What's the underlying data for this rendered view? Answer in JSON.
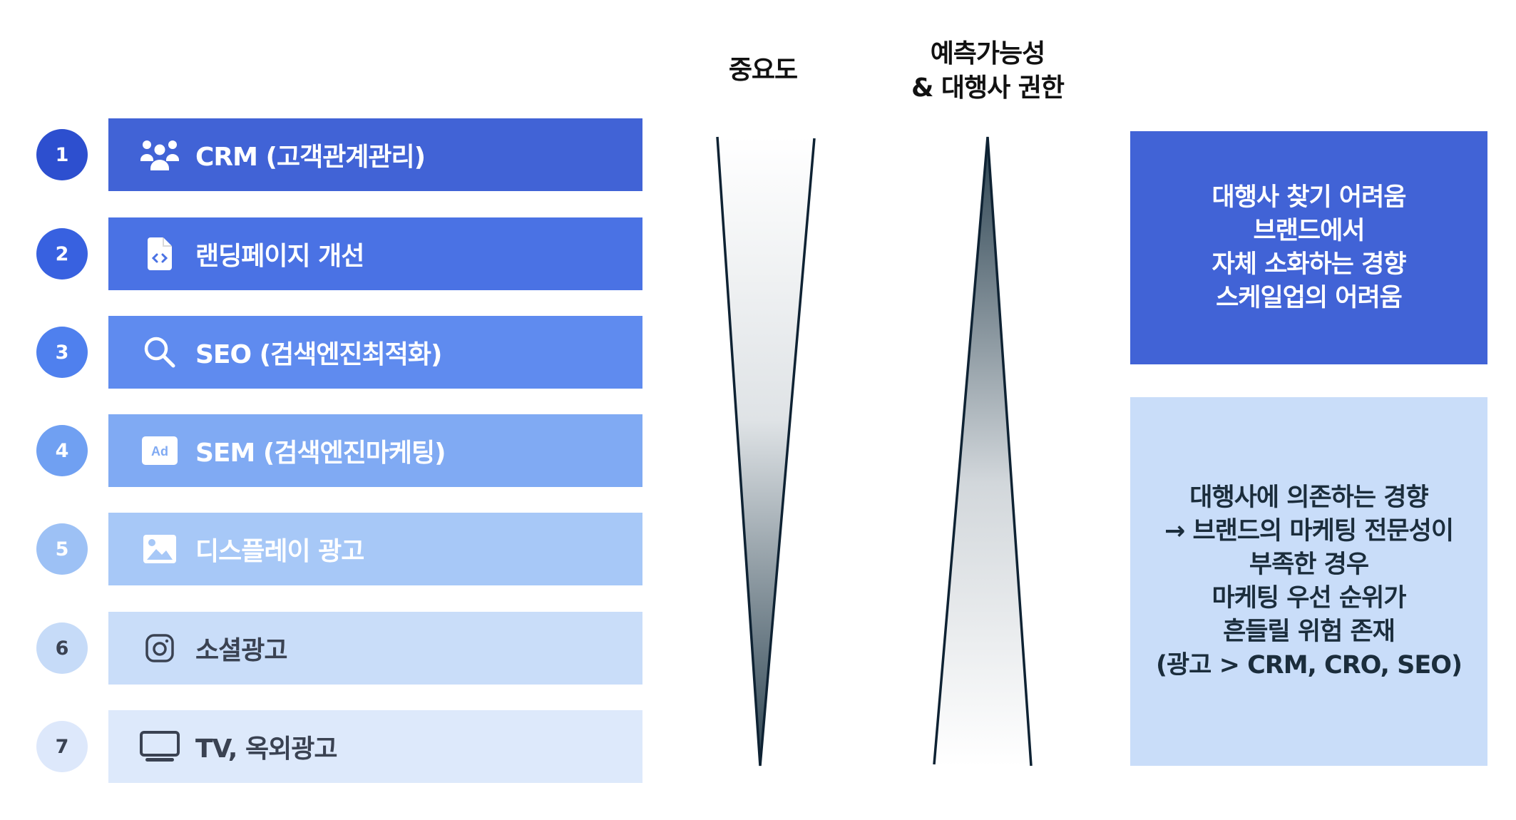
{
  "headers": {
    "importance": "중요도",
    "predictability_line1": "예측가능성",
    "predictability_line2": "& 대행사 권한"
  },
  "rows": [
    {
      "number": "1",
      "label": "CRM (고객관계관리)",
      "icon": "users-icon",
      "bar_color": "#4163d6",
      "circle_color": "#2d4fcf",
      "text_color": "#ffffff"
    },
    {
      "number": "2",
      "label": "랜딩페이지 개선",
      "icon": "file-code-icon",
      "bar_color": "#4a72e4",
      "circle_color": "#3861e0",
      "text_color": "#ffffff"
    },
    {
      "number": "3",
      "label": "SEO (검색엔진최적화)",
      "icon": "search-icon",
      "bar_color": "#5f8bef",
      "circle_color": "#4f80ee",
      "text_color": "#ffffff"
    },
    {
      "number": "4",
      "label": "SEM (검색엔진마케팅)",
      "icon": "ad-icon",
      "bar_color": "#80aaf3",
      "circle_color": "#70a0f2",
      "text_color": "#ffffff"
    },
    {
      "number": "5",
      "label": "디스플레이 광고",
      "icon": "image-icon",
      "bar_color": "#a7c8f7",
      "circle_color": "#9dc1f5",
      "text_color": "#ffffff"
    },
    {
      "number": "6",
      "label": "소셜광고",
      "icon": "instagram-icon",
      "bar_color": "#c9ddf9",
      "circle_color": "#c6dbf8",
      "text_color": "#3a4252"
    },
    {
      "number": "7",
      "label": "TV, 옥외광고",
      "icon": "tv-icon",
      "bar_color": "#dde9fb",
      "circle_color": "#dde8fb",
      "text_color": "#3a4252"
    }
  ],
  "triangles": {
    "importance": {
      "direction": "down",
      "gradient_top": "#ffffff",
      "gradient_bottom": "#2b4250",
      "stroke": "#0e2233"
    },
    "predictability": {
      "direction": "up",
      "gradient_top": "#2b4250",
      "gradient_bottom": "#ffffff",
      "stroke": "#0e2233"
    }
  },
  "notes": [
    {
      "lines": [
        "대행사 찾기 어려움",
        "브랜드에서",
        "자체 소화하는 경향",
        "스케일업의 어려움"
      ],
      "bg_color": "#4163d6",
      "text_color": "#ffffff"
    },
    {
      "lines": [
        "대행사에 의존하는 경향",
        "→ 브랜드의 마케팅 전문성이",
        "부족한 경우",
        "마케팅 우선 순위가",
        "흔들릴 위험 존재",
        "(광고 > CRM, CRO, SEO)"
      ],
      "bg_color": "#c9ddf9",
      "text_color": "#1b2d3c"
    }
  ]
}
